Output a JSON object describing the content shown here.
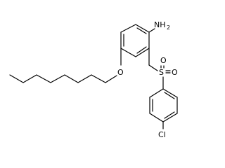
{
  "molecule": {
    "atoms": {
      "nh2_label": "NH",
      "nh2_subscript": "2",
      "ether_oxygen": "O",
      "sulfur": "S",
      "sulfonyl_oxygen_left": "O",
      "sulfonyl_oxygen_right": "O",
      "chlorine": "Cl"
    }
  }
}
